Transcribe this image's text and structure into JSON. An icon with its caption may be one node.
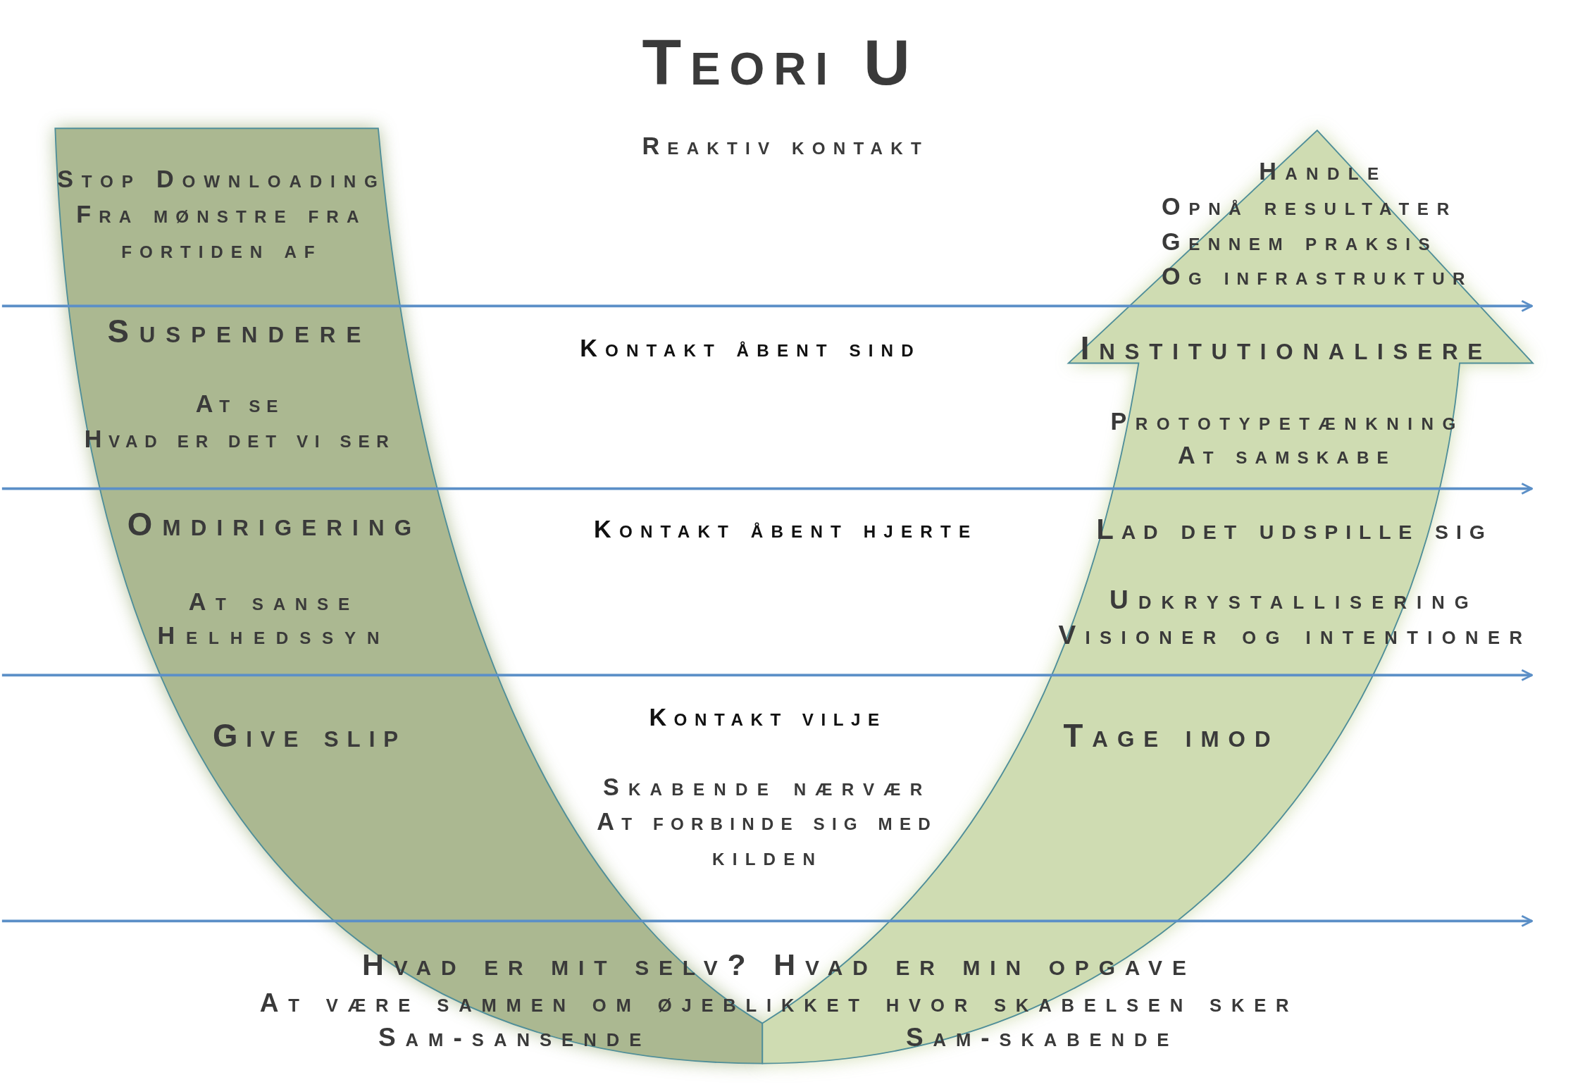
{
  "diagram": {
    "title": "Teori U",
    "labels": [
      "Reaktiv kontakt",
      "Stop Downloading",
      "Fra mønstre fra",
      "fortiden af",
      "Handle",
      "Opnå resultater",
      "Gennem praksis",
      "Og infrastruktur",
      "Suspendere",
      "Kontakt åbent sind",
      "Institutionalisere",
      "At se",
      "Prototypetænkning",
      "Hvad er det vi ser",
      "At samskabe",
      "Omdirigering",
      "Kontakt åbent hjerte",
      "Lad det udspille sig",
      "Udkrystallisering",
      "At sanse",
      "Visioner og intentioner",
      "Helhedssyn",
      "Kontakt vilje",
      "Give slip",
      "Tage imod",
      "Skabende nærvær",
      "At forbinde sig med",
      "kilden",
      "Hvad er mit selv? Hvad er min opgave",
      "At være sammen om øjeblikket hvor skabelsen sker",
      "Sam-sansende",
      "Sam-skabende"
    ]
  }
}
